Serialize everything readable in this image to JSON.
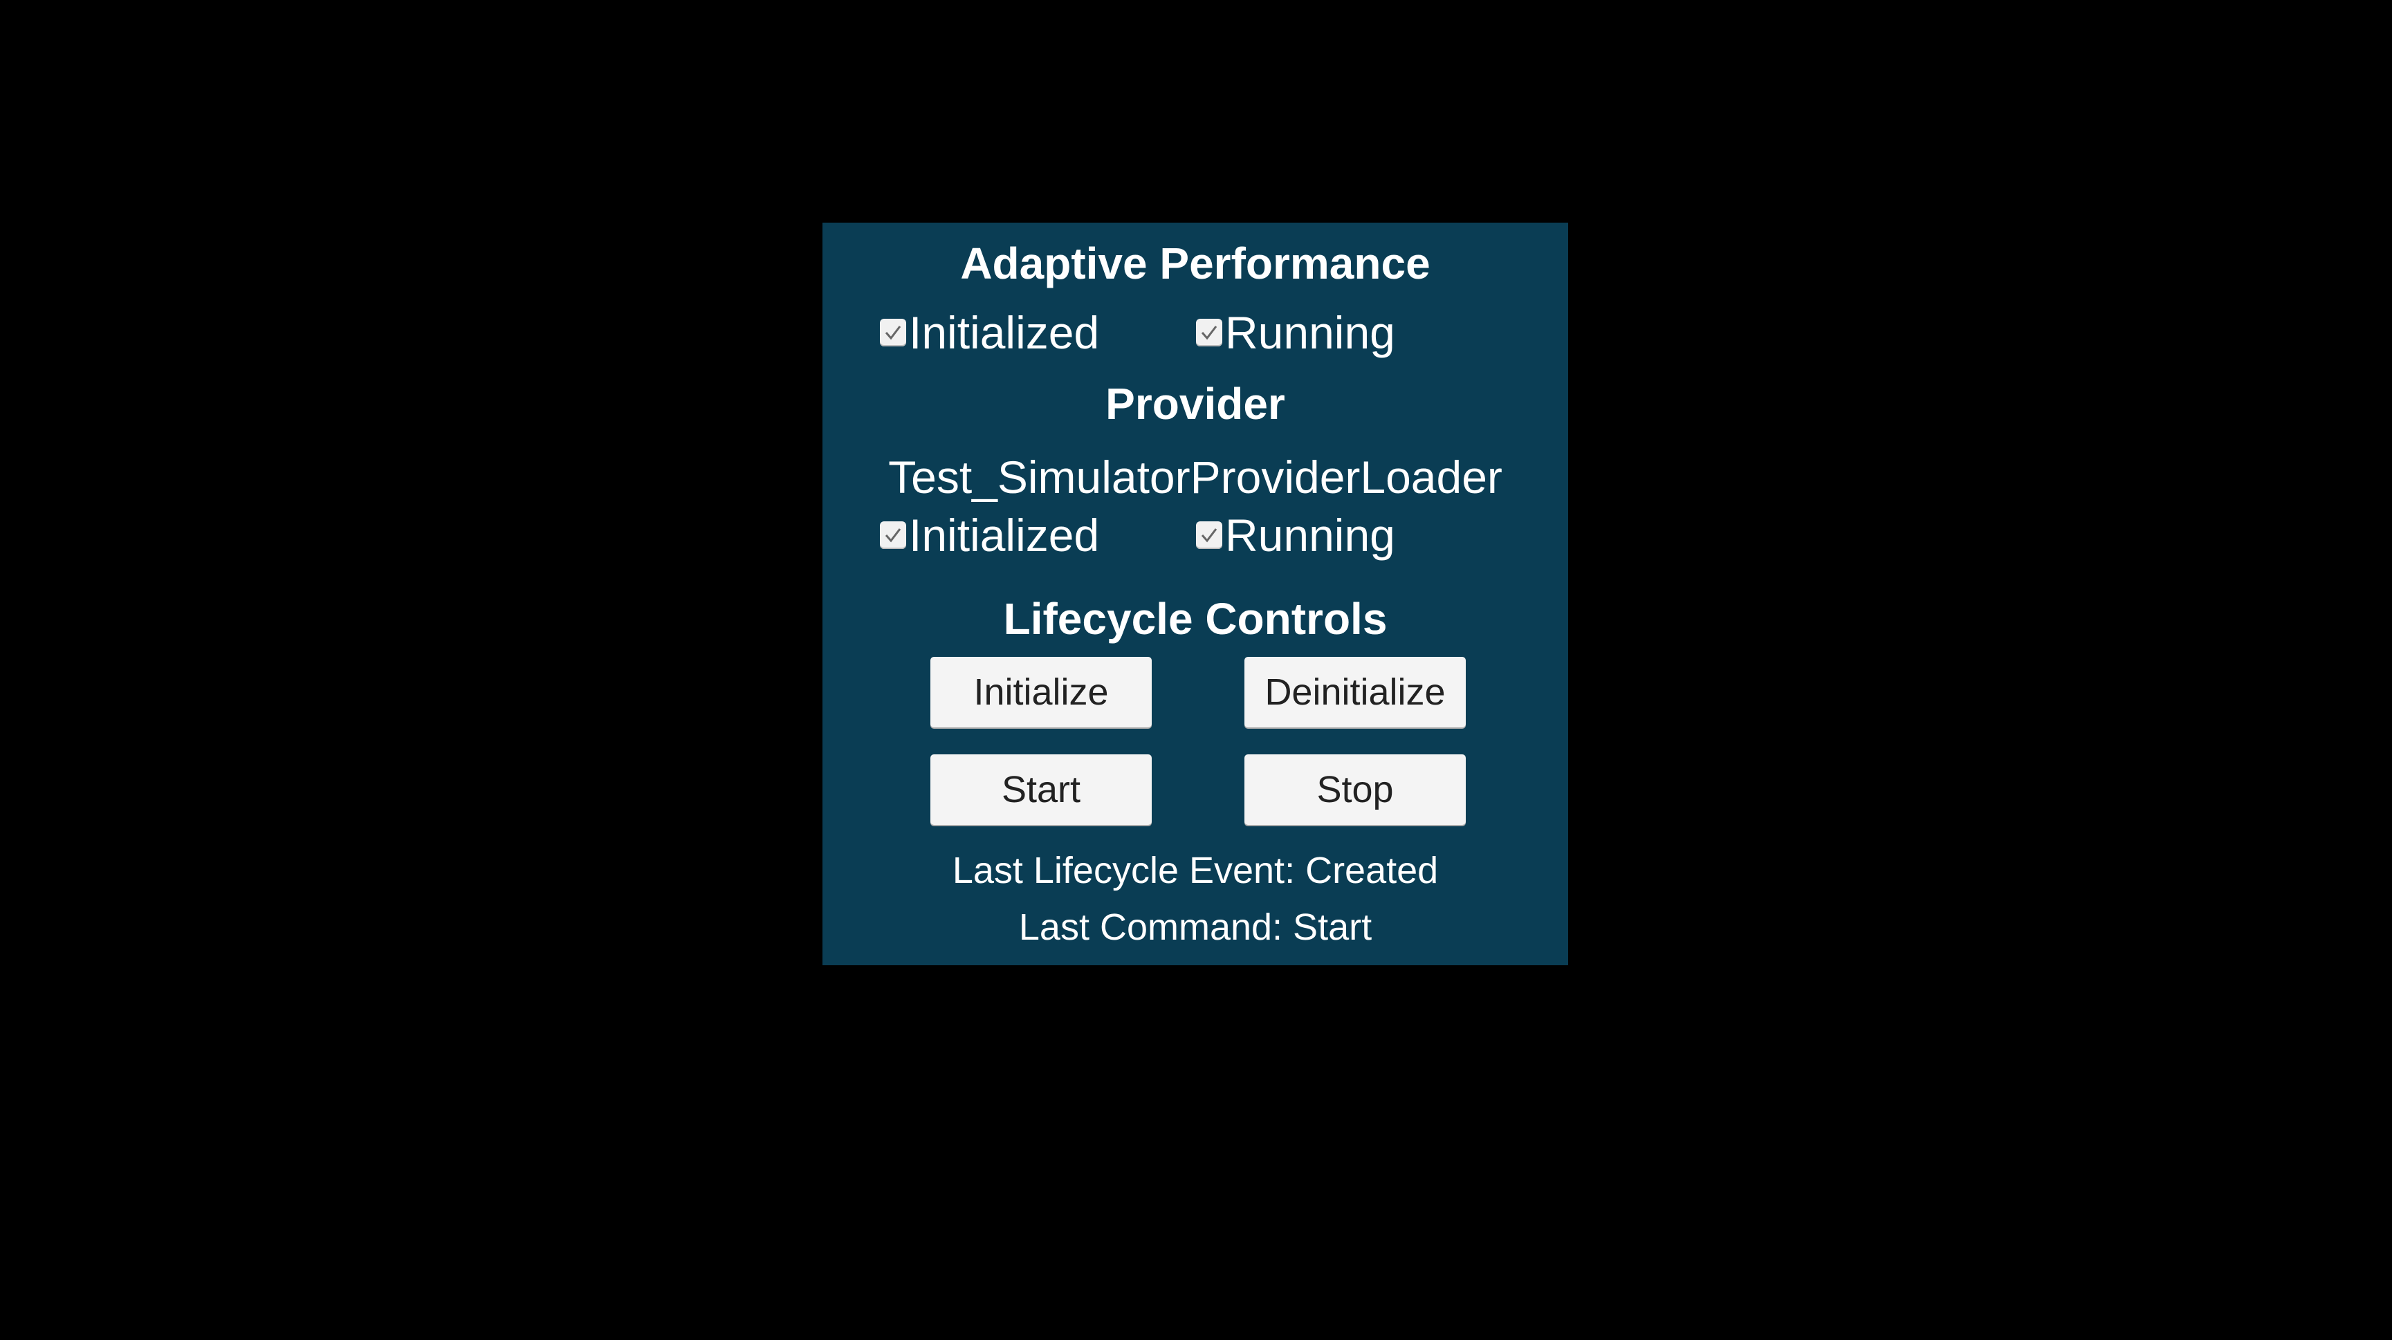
{
  "adaptive_performance": {
    "title": "Adaptive Performance",
    "initialized": {
      "label": "Initialized",
      "checked": true
    },
    "running": {
      "label": "Running",
      "checked": true
    }
  },
  "provider": {
    "title": "Provider",
    "name": "Test_SimulatorProviderLoader",
    "initialized": {
      "label": "Initialized",
      "checked": true
    },
    "running": {
      "label": "Running",
      "checked": true
    }
  },
  "lifecycle": {
    "title": "Lifecycle Controls",
    "buttons": {
      "initialize": "Initialize",
      "deinitialize": "Deinitialize",
      "start": "Start",
      "stop": "Stop"
    },
    "last_event": "Last Lifecycle Event: Created",
    "last_command": "Last Command: Start"
  },
  "colors": {
    "panel": "#0a3d54",
    "background": "#000000",
    "button": "#f4f4f4"
  }
}
